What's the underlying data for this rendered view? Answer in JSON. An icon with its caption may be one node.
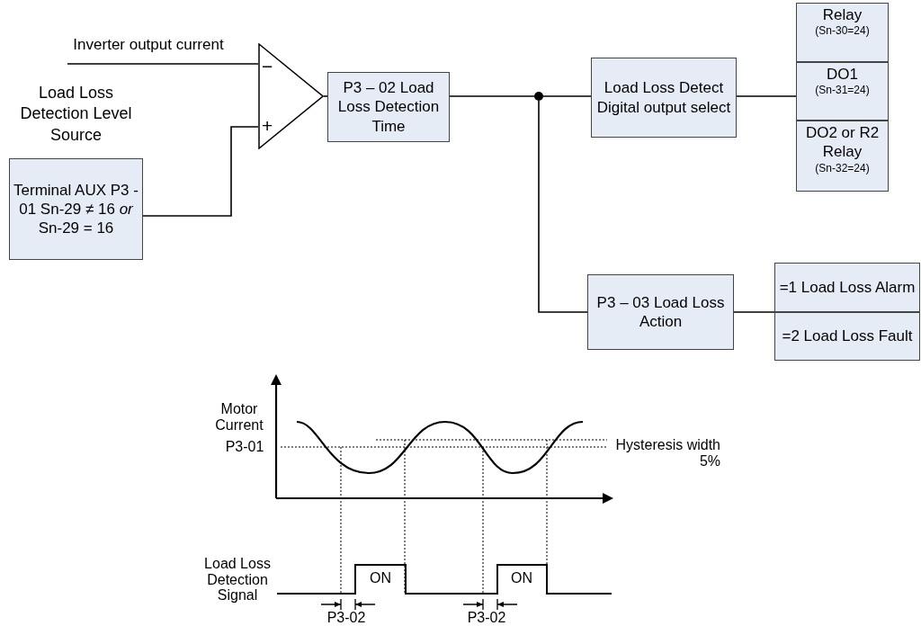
{
  "diagram": {
    "nodes": [
      {
        "text": [
          "Inverter output current"
        ]
      },
      {
        "text": [
          "Load Loss Detection Level Source",
          "Terminal AUX P3 - 01 Sn-29 ≠ 16 *or* Sn-29 = 16"
        ]
      },
      {
        "text": [
          "−",
          "+"
        ]
      },
      {
        "text": [
          "P3 – 02 Load Loss Detection Time"
        ]
      },
      {
        "text": [],
        "shape": "circle"
      },
      {
        "text": [
          "Load Loss Detect Digital output select"
        ]
      },
      {
        "text": [
          "Relay",
          "(Sn-30=24)"
        ]
      },
      {
        "text": [
          "DO1",
          "(Sn-31=24)"
        ]
      },
      {
        "text": [
          "DO2 or R2 Relay",
          "(Sn-32=24)"
        ]
      },
      {
        "text": [
          "P3 – 03 Load Loss Action"
        ]
      },
      {
        "text": [
          "=1 Load Loss Alarm"
        ]
      },
      {
        "text": [
          "=2 Load Loss Fault"
        ]
      }
    ],
    "edges": [
      {
        "from": 0,
        "to": 2,
        "arrow": "none"
      },
      {
        "from": 1,
        "to": 2,
        "arrow": "none"
      },
      {
        "from": 2,
        "to": 3,
        "arrow": "none"
      },
      {
        "from": 3,
        "to": 4,
        "arrow": "none"
      },
      {
        "from": 4,
        "to": 5,
        "arrow": "none"
      },
      {
        "from": 5,
        "to": 7,
        "arrow": "none"
      },
      {
        "from": 4,
        "to": 9,
        "arrow": "none"
      },
      {
        "from": 9,
        "to": 10,
        "arrow": "none"
      }
    ],
    "labels": [
      "Motor Current",
      "P3-01",
      "Hysteresis width 5%",
      "Load Loss Detection Signal",
      "ON",
      "ON",
      "P3-02",
      "P3-02"
    ]
  }
}
